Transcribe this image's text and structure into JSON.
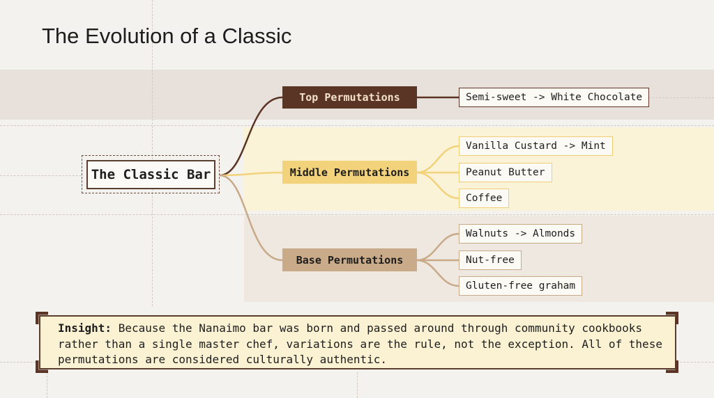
{
  "title": "The Evolution of a Classic",
  "root": {
    "label": "The Classic Bar"
  },
  "colors": {
    "top": "#5a3424",
    "middle": "#f2d27a",
    "base": "#c8a988",
    "top_band": "#e7e0da",
    "middle_band": "#fbf2d7",
    "base_band": "#efe7e0"
  },
  "branches": [
    {
      "label": "Top Permutations",
      "items": [
        "Semi-sweet -> White Chocolate"
      ]
    },
    {
      "label": "Middle Permutations",
      "items": [
        "Vanilla Custard -> Mint",
        "Peanut Butter",
        "Coffee"
      ]
    },
    {
      "label": "Base Permutations",
      "items": [
        "Walnuts -> Almonds",
        "Nut-free",
        "Gluten-free graham"
      ]
    }
  ],
  "insight": {
    "label": "Insight:",
    "text": "Because the Nanaimo bar was born and passed around through community cookbooks rather than a single master chef, variations are the rule, not the exception. All of these permutations are considered culturally authentic."
  }
}
